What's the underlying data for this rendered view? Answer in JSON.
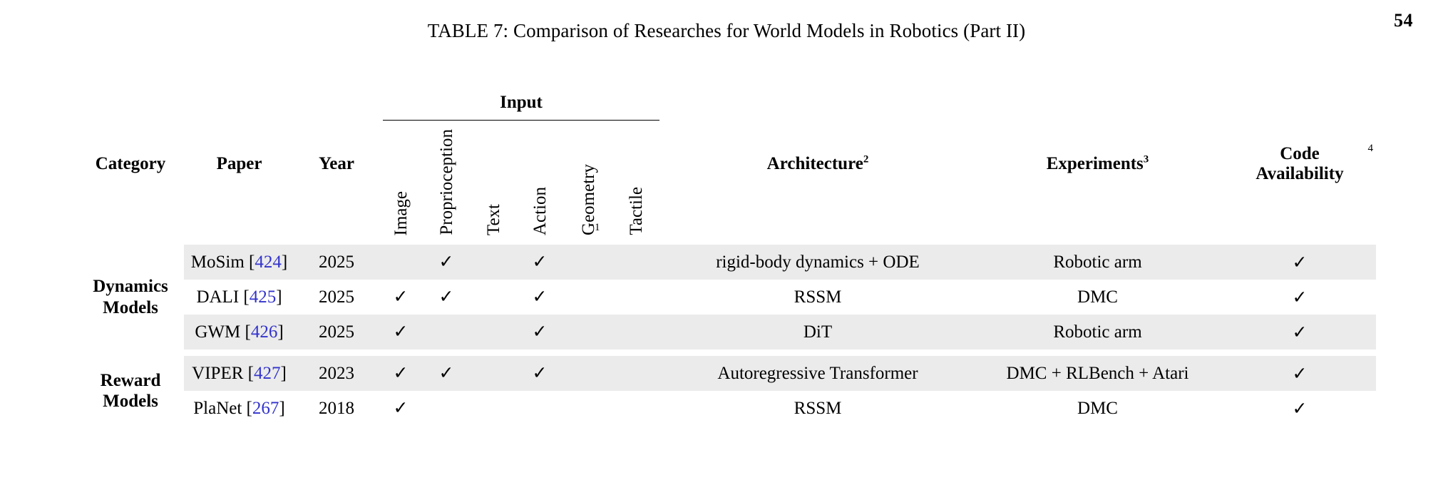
{
  "page_number": "54",
  "caption": "TABLE 7: Comparison of Researches for World Models in Robotics (Part II)",
  "colors": {
    "citation": "#3333cc",
    "row_shade": "#ebebeb",
    "rule": "#000000",
    "text": "#000000"
  },
  "header": {
    "category": "Category",
    "paper": "Paper",
    "year": "Year",
    "input_group": "Input",
    "input_columns": [
      {
        "label": "Image",
        "superscript": ""
      },
      {
        "label": "Proprioception",
        "superscript": ""
      },
      {
        "label": "Text",
        "superscript": ""
      },
      {
        "label": "Action",
        "superscript": ""
      },
      {
        "label": "Geometry",
        "superscript": "1"
      },
      {
        "label": "Tactile",
        "superscript": ""
      }
    ],
    "architecture": "Architecture",
    "architecture_sup": "2",
    "experiments": "Experiments",
    "experiments_sup": "3",
    "code_line1": "Code",
    "code_line2": "Availability",
    "code_sup": "4"
  },
  "check_glyph": "✓",
  "groups": [
    {
      "category": "Dynamics Models",
      "category_line1": "Dynamics",
      "category_line2": "Models",
      "rows": [
        {
          "paper_name": "MoSim",
          "citation": "424",
          "year": "2025",
          "inputs": {
            "image": false,
            "proprioception": true,
            "text": false,
            "action": true,
            "geometry": false,
            "tactile": false
          },
          "architecture": "rigid-body dynamics + ODE",
          "experiments": "Robotic arm",
          "code_available": true
        },
        {
          "paper_name": "DALI",
          "citation": "425",
          "year": "2025",
          "inputs": {
            "image": true,
            "proprioception": true,
            "text": false,
            "action": true,
            "geometry": false,
            "tactile": false
          },
          "architecture": "RSSM",
          "experiments": "DMC",
          "code_available": true
        },
        {
          "paper_name": "GWM",
          "citation": "426",
          "year": "2025",
          "inputs": {
            "image": true,
            "proprioception": false,
            "text": false,
            "action": true,
            "geometry": false,
            "tactile": false
          },
          "architecture": "DiT",
          "experiments": "Robotic arm",
          "code_available": true
        }
      ]
    },
    {
      "category": "Reward Models",
      "category_line1": "Reward",
      "category_line2": "Models",
      "rows": [
        {
          "paper_name": "VIPER",
          "citation": "427",
          "year": "2023",
          "inputs": {
            "image": true,
            "proprioception": true,
            "text": false,
            "action": true,
            "geometry": false,
            "tactile": false
          },
          "architecture": "Autoregressive Transformer",
          "experiments": "DMC + RLBench + Atari",
          "code_available": true
        },
        {
          "paper_name": "PlaNet",
          "citation": "267",
          "year": "2018",
          "inputs": {
            "image": true,
            "proprioception": false,
            "text": false,
            "action": false,
            "geometry": false,
            "tactile": false
          },
          "architecture": "RSSM",
          "experiments": "DMC",
          "code_available": true
        }
      ]
    }
  ]
}
